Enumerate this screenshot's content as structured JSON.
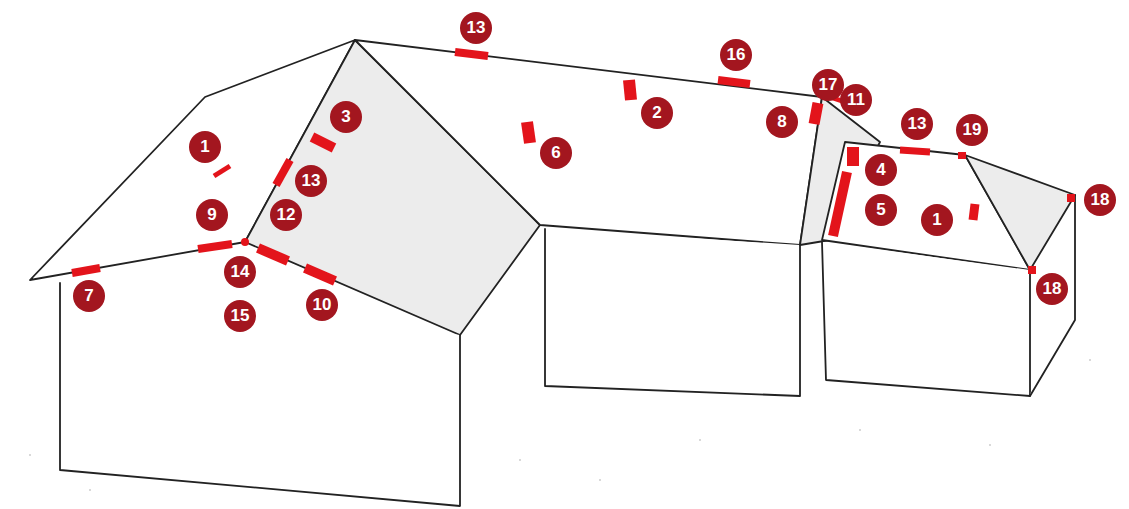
{
  "diagram": {
    "labels": [
      "13",
      "16",
      "17",
      "11",
      "2",
      "3",
      "8",
      "13",
      "19",
      "1",
      "6",
      "4",
      "13",
      "5",
      "18",
      "1",
      "9",
      "12",
      "14",
      "7",
      "18",
      "10",
      "15"
    ]
  }
}
